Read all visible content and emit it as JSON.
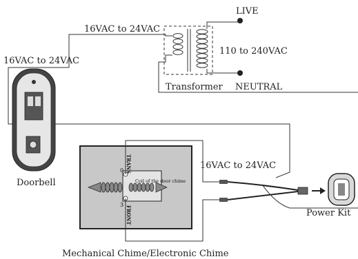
{
  "labels": {
    "live": "LIVE",
    "neutral": "NEUTRAL",
    "mains_voltage": "110 to 240VAC",
    "transformer": "Transformer",
    "top_low_voltage": "16VAC to 24VAC",
    "left_low_voltage": "16VAC to 24VAC",
    "chime_low_voltage": "16VAC to 24VAC",
    "doorbell": "Doorbell",
    "power_kit": "Power Kit",
    "chime": "Mechanical Chime/Electronic Chime",
    "coil": "Coil of the door chime",
    "trans": "TRANS",
    "front": "FRONT",
    "terminal_top": "0",
    "terminal_bottom": "3"
  },
  "colors": {
    "line": "#333333",
    "chime_panel": "#c8c8c8",
    "doorbell_body": "#444444",
    "power_kit_body": "#d9d9d9"
  }
}
